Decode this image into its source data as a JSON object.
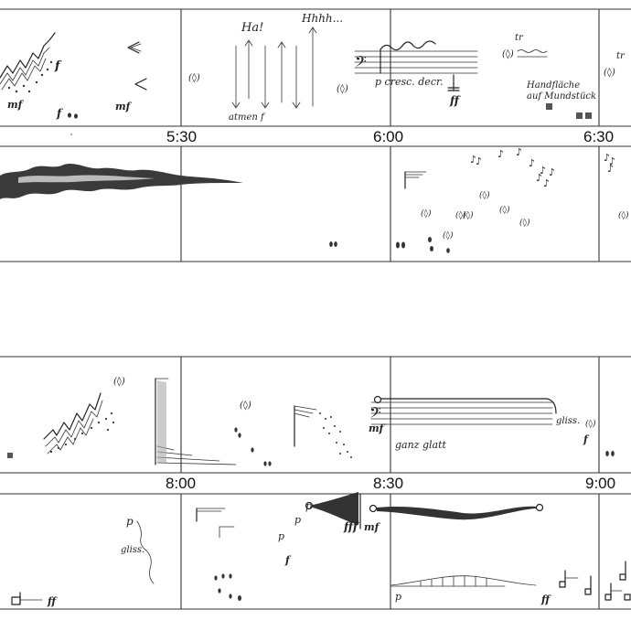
{
  "times": {
    "t530": "5:30",
    "t600": "6:00",
    "t630": "6:30",
    "t800": "8:00",
    "t830": "8:30",
    "t900": "9:00"
  },
  "system1": {
    "dyn_f": "f",
    "dyn_mf": "mf",
    "dyn_mf2": "mf",
    "dyn_f2": "f",
    "hoch_label": "Ha!",
    "hhh_label": "Hhhh...",
    "atmen_label": "atmen f",
    "cresc_label": "p cresc. decr.",
    "ff_label": "ff",
    "tr_label": "tr",
    "tr2_label": "tr",
    "palm_line1": "Handfläche",
    "palm_line2": "auf Mundstück"
  },
  "system2": {
    "mf_label": "mf",
    "glatt_label": "ganz glatt",
    "gliss_label": "gliss.",
    "f_label": "f"
  },
  "system3": {
    "p_label": "p",
    "gliss_label": "gliss.",
    "ff_label": "ff",
    "p2_label": "p",
    "p3_label": "p",
    "f_label": "f",
    "fff_label": "fff",
    "mf_label": "mf",
    "p4_label": "p",
    "ff2_label": "ff"
  }
}
